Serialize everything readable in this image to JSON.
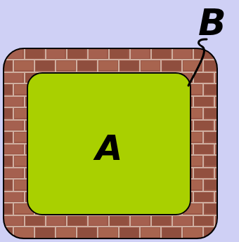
{
  "diagram": {
    "nodes": [
      {
        "text": [
          "B"
        ]
      },
      {
        "text": [
          "A"
        ],
        "in": 0
      }
    ]
  }
}
